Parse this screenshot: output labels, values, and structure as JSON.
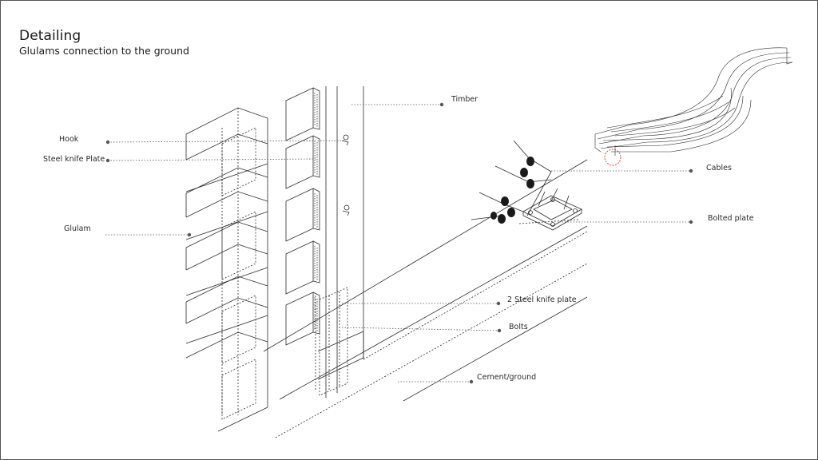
{
  "header": {
    "title": "Detailing",
    "subtitle": "Glulams connection to the ground"
  },
  "labels": {
    "hook": "Hook",
    "steel_knife_plate": "Steel knife Plate",
    "glulam": "Glulam",
    "timber": "Timber",
    "cables": "Cables",
    "bolted_plate": "Bolted plate",
    "two_steel_knife_plate": "2 Steel knife plate",
    "bolts": "Bolts",
    "cement_ground": "Cement/ground"
  },
  "colors": {
    "line": "#2b2b2b",
    "leader": "#555555",
    "highlight": "#e03030"
  }
}
